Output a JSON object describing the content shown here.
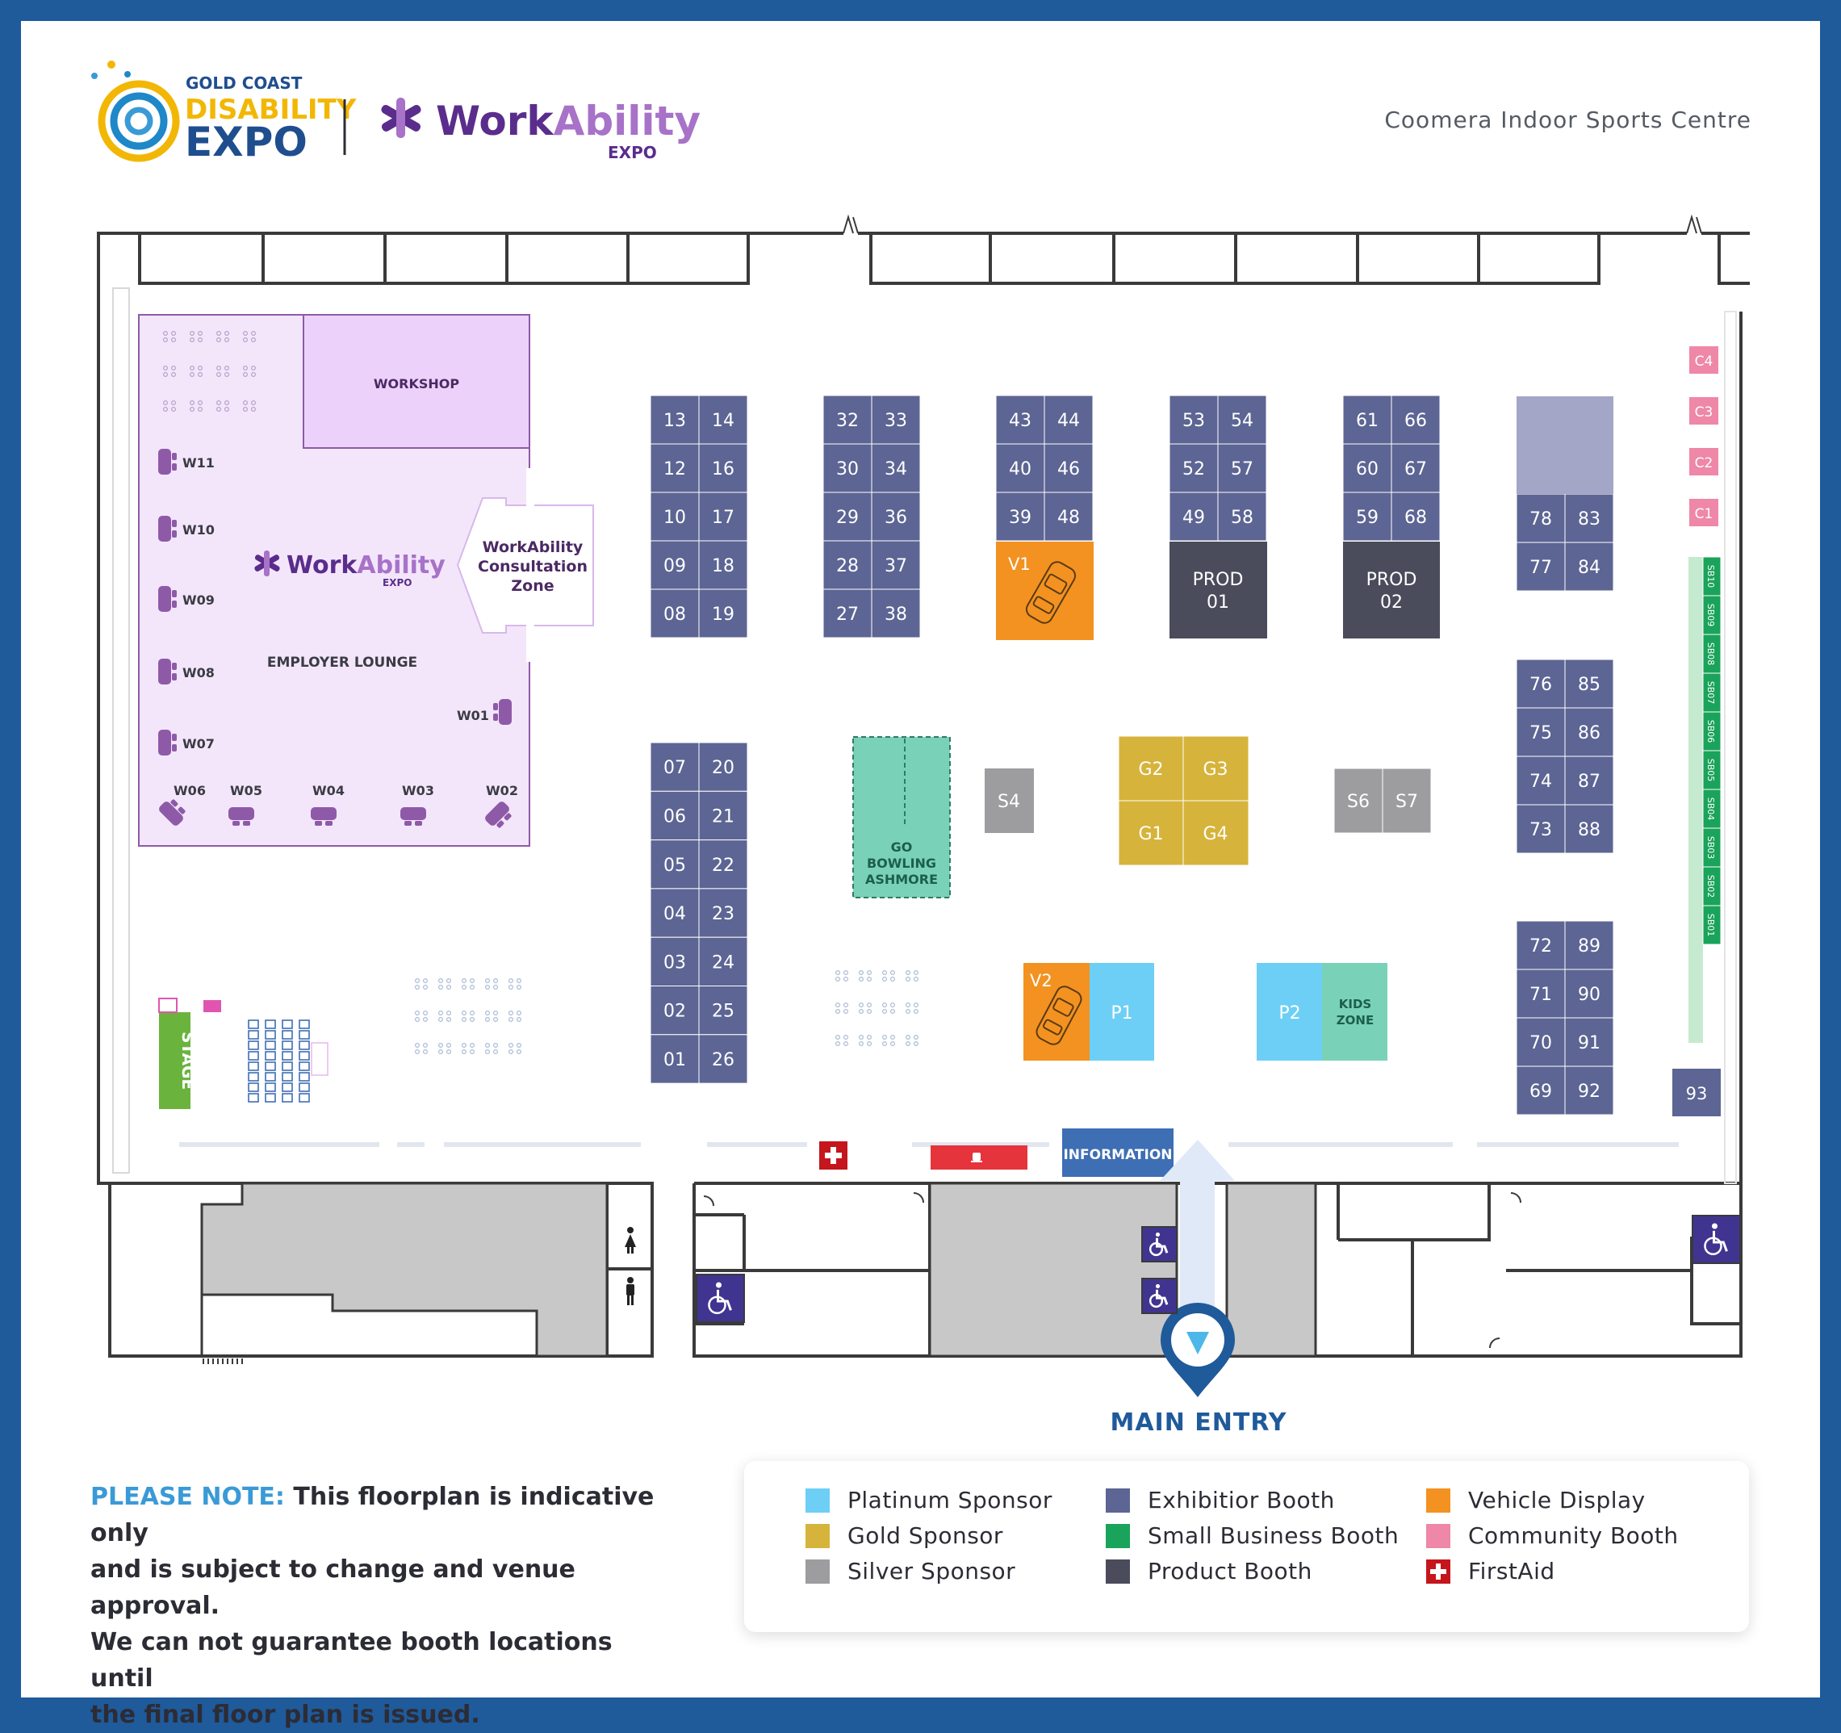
{
  "header": {
    "logo_left": {
      "line1": "GOLD COAST",
      "line2": "DISABILITY",
      "line3": "EXPO"
    },
    "logo_right": {
      "name_part1": "Work",
      "name_part2": "Ability",
      "sub": "EXPO"
    },
    "venue": "Coomera Indoor Sports Centre"
  },
  "colors": {
    "frame": "#1f5a9b",
    "platinum": "#6dcff6",
    "gold": "#d6b33b",
    "silver": "#9d9d9f",
    "exhibitor": "#5c6593",
    "small_business": "#1aa35a",
    "product": "#4a4c5c",
    "vehicle": "#f39221",
    "community": "#ee87a8",
    "firstaid": "#c4161c",
    "workability_zone": "#f3e6fb",
    "workshop": "#ecd2fa",
    "kids": "#79d2b7",
    "stage": "#6ab43e",
    "information": "#3e6eb3",
    "cafe": "#e5343c",
    "toilet_block": "#c8c8c8",
    "accessible": "#3f3590"
  },
  "zones": {
    "workshop": "WORKSHOP",
    "employer_lounge": "EMPLOYER LOUNGE",
    "consultation": [
      "WorkAbility",
      "Consultation",
      "Zone"
    ],
    "lounge_logo": {
      "part1": "Work",
      "part2": "Ability",
      "sub": "EXPO"
    },
    "go_bowling": [
      "GO",
      "BOWLING",
      "ASHMORE"
    ],
    "kids_zone": [
      "KIDS",
      "ZONE"
    ],
    "stage": "STAGE",
    "information": "INFORMATION",
    "prod01": [
      "PROD",
      "01"
    ],
    "prod02": [
      "PROD",
      "02"
    ]
  },
  "seats": {
    "left": [
      "W11",
      "W10",
      "W09",
      "W08",
      "W07"
    ],
    "bottom": [
      "W06",
      "W05",
      "W04",
      "W03",
      "W02"
    ],
    "right": "W01"
  },
  "exhibitor_columns": [
    {
      "left": [
        "13",
        "12",
        "10",
        "09",
        "08"
      ],
      "right": [
        "14",
        "16",
        "17",
        "18",
        "19"
      ]
    },
    {
      "left": [
        "32",
        "30",
        "29",
        "28",
        "27"
      ],
      "right": [
        "33",
        "34",
        "36",
        "37",
        "38"
      ]
    },
    {
      "left": [
        "43",
        "40",
        "39"
      ],
      "right": [
        "44",
        "46",
        "48"
      ]
    },
    {
      "left": [
        "53",
        "52",
        "49"
      ],
      "right": [
        "54",
        "57",
        "58"
      ]
    },
    {
      "left": [
        "61",
        "60",
        "59"
      ],
      "right": [
        "66",
        "67",
        "68"
      ]
    },
    {
      "left": [
        "78",
        "77"
      ],
      "right": [
        "83",
        "84"
      ]
    },
    {
      "left": [
        "76",
        "75",
        "74",
        "73"
      ],
      "right": [
        "85",
        "86",
        "87",
        "88"
      ]
    },
    {
      "left": [
        "72",
        "71",
        "70",
        "69"
      ],
      "right": [
        "89",
        "90",
        "91",
        "92"
      ]
    },
    {
      "left": [
        "07",
        "06",
        "05",
        "04",
        "03",
        "02",
        "01"
      ],
      "right": [
        "20",
        "21",
        "22",
        "23",
        "24",
        "25",
        "26"
      ]
    }
  ],
  "single_booths": {
    "b93": "93"
  },
  "sponsors": {
    "gold": [
      "G2",
      "G3",
      "G1",
      "G4"
    ],
    "silver": [
      "S4",
      "S6",
      "S7"
    ],
    "platinum": [
      "P1",
      "P2"
    ],
    "vehicle": [
      "V1",
      "V2"
    ]
  },
  "community": [
    "C4",
    "C3",
    "C2",
    "C1"
  ],
  "small_business": [
    "SB10",
    "SB09",
    "SB08",
    "SB07",
    "SB06",
    "SB05",
    "SB04",
    "SB03",
    "SB02",
    "SB01"
  ],
  "main_entry": "MAIN ENTRY",
  "note": {
    "highlight": "PLEASE NOTE:",
    "line1": " This floorplan is indicative only",
    "line2": "and is subject to change and venue approval.",
    "line3": "We can not guarantee booth locations until",
    "line4": "the final floor plan is issued."
  },
  "legend": [
    {
      "label": "Platinum Sponsor",
      "color": "#6dcff6"
    },
    {
      "label": "Gold Sponsor",
      "color": "#d6b33b"
    },
    {
      "label": "Silver Sponsor",
      "color": "#9d9d9f"
    },
    {
      "label": "Exhibitior Booth",
      "color": "#5c6593"
    },
    {
      "label": "Small Business Booth",
      "color": "#1aa35a"
    },
    {
      "label": "Product Booth",
      "color": "#4a4c5c"
    },
    {
      "label": "Vehicle Display",
      "color": "#f39221"
    },
    {
      "label": "Community Booth",
      "color": "#ee87a8"
    },
    {
      "label": "FirstAid",
      "icon": "first-aid-icon"
    }
  ]
}
